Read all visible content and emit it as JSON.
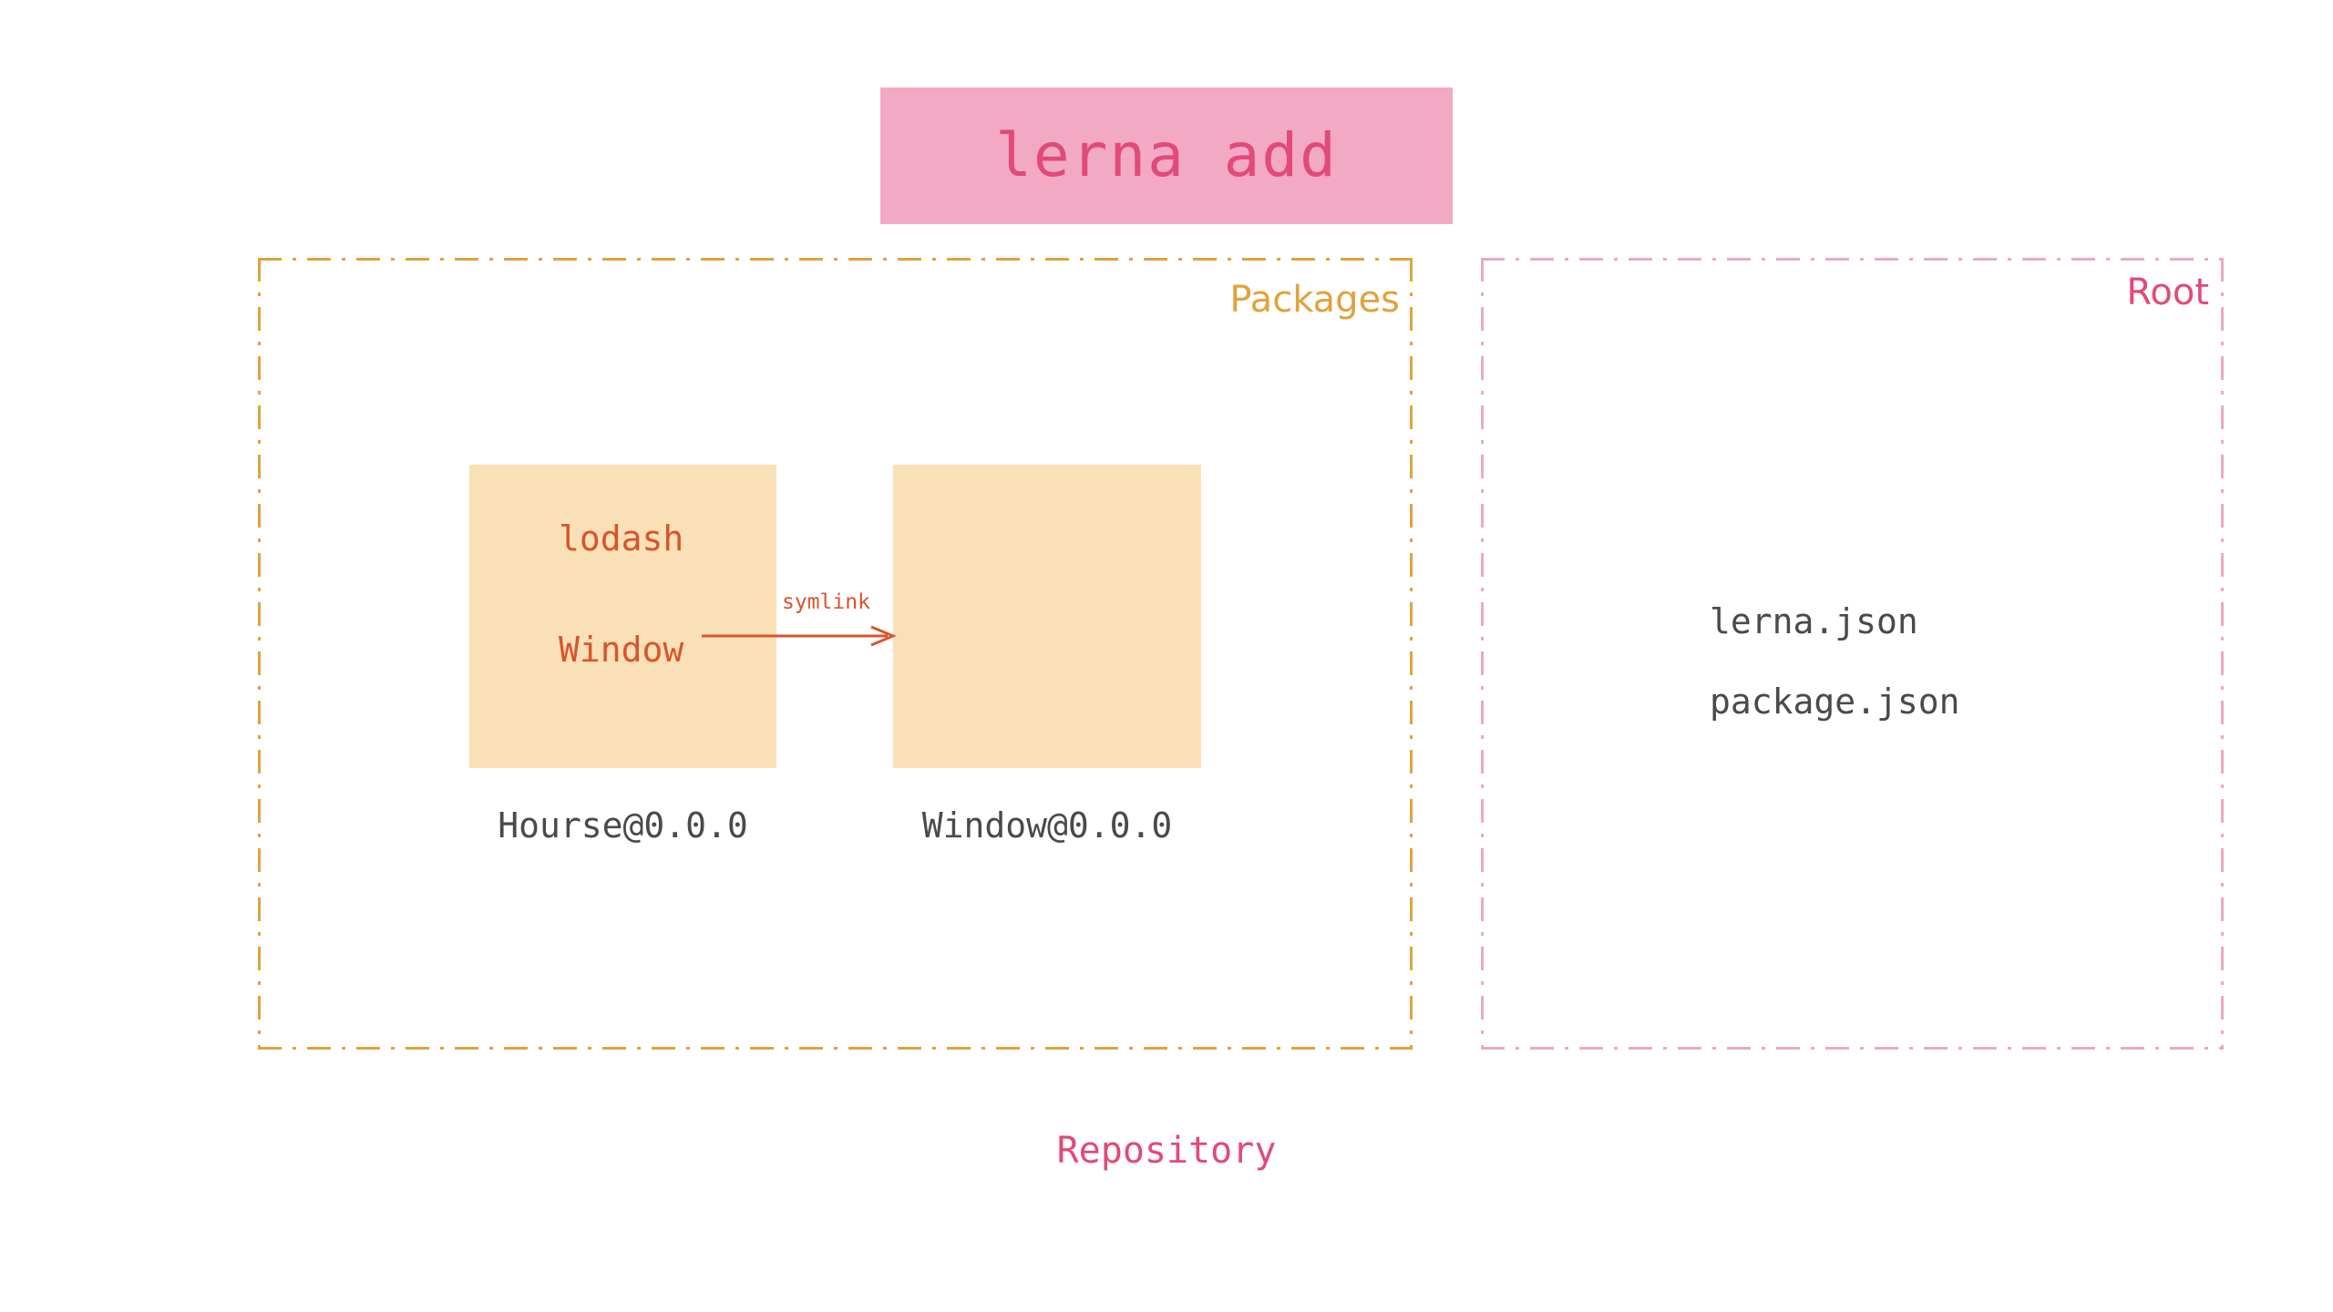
{
  "title": {
    "text": "lerna add",
    "box_color": "#f2a9c4",
    "text_color": "#e24a77"
  },
  "zones": {
    "packages": {
      "label": "Packages",
      "color": "#e0a33c"
    },
    "root": {
      "label": "Root",
      "color": "#e24a77"
    }
  },
  "packages": [
    {
      "caption": "Hourse@0.0.0",
      "deps": [
        "lodash",
        "Window"
      ],
      "card_color": "#f9e0b7",
      "dep_color": "#d9542b"
    },
    {
      "caption": "Window@0.0.0",
      "deps": [],
      "card_color": "#f9e0b7",
      "dep_color": "#d9542b"
    }
  ],
  "link": {
    "label": "symlink",
    "color": "#d9542b",
    "from": "Window",
    "to": "Window@0.0.0"
  },
  "root_files": [
    "lerna.json",
    "package.json"
  ],
  "footer": {
    "label": "Repository",
    "color": "#e24a77"
  }
}
